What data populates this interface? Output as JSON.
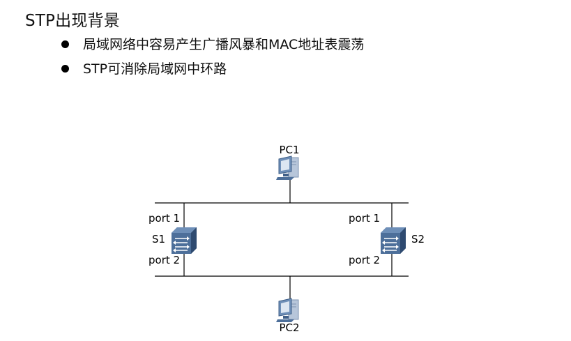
{
  "slide": {
    "title": "STP出现背景",
    "bullets": [
      "局域网络中容易产生广播风暴和MAC地址表震荡",
      "STP可消除局域网中环路"
    ]
  },
  "diagram": {
    "pc1_label": "PC1",
    "pc2_label": "PC2",
    "s1_label": "S1",
    "s2_label": "S2",
    "s1_port1": "port 1",
    "s1_port2": "port 2",
    "s2_port1": "port 1",
    "s2_port2": "port 2",
    "colors": {
      "line": "#000000",
      "switch_body": "#4d6f9a",
      "switch_dark": "#2e4a70",
      "monitor_frame": "#6e8fb8",
      "monitor_screen": "#dce6f2",
      "tower": "#b7c6da"
    }
  }
}
